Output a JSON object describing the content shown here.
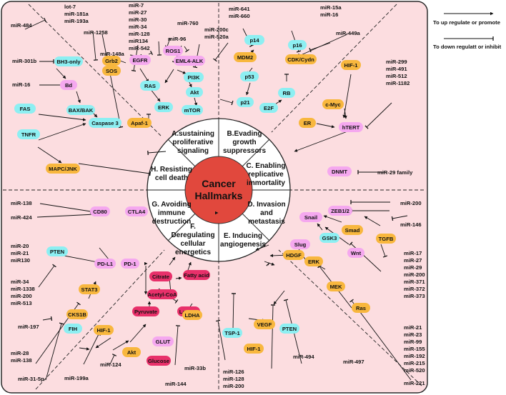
{
  "center": {
    "line1": "Cancer",
    "line2": "Hallmarks"
  },
  "hallmarks": {
    "a": [
      "A.sustaining",
      "proliferative",
      "signaling"
    ],
    "b": [
      "B.Evading",
      "growth",
      "suppressors"
    ],
    "c": [
      "C. Enabling",
      "replicative",
      "immortality"
    ],
    "d": [
      "D. Invasion",
      "and",
      "metastasis"
    ],
    "e": [
      "E. Inducing",
      "angiogenesis"
    ],
    "f": [
      "F.",
      "Deregulating",
      "cellular",
      "energetics"
    ],
    "g": [
      "G. Avoiding",
      "immune",
      "destruction"
    ],
    "h": [
      "H. Resisting",
      "cell death"
    ]
  },
  "legend": {
    "up": "To up regulate or promote",
    "down": "To down regulatt or inhibit"
  },
  "nodes": {
    "bh3": "BH3-only",
    "bd": "Bd",
    "baxbak": "BAX/BAK",
    "fas": "FAS",
    "tnfr": "TNFR",
    "caspase3": "Caspase 3",
    "mapc": "MAPC/JNK",
    "apaf": "Apaf-1",
    "egfr": "EGFR",
    "grb2": "Grb2",
    "sos": "SOS",
    "ras": "RAS",
    "erk1": "ERK",
    "ros1": "ROS1",
    "eml4": "EML4-ALK",
    "pi3k": "PI3K",
    "akt1": "Akt",
    "mtor": "mTOR",
    "mdm2": "MDM2",
    "p14": "p14",
    "p53": "p53",
    "p21": "p21",
    "p16": "p16",
    "cdk": "CDK/Cydn",
    "rb": "RB",
    "e2f": "E2F",
    "hif1a": "HIF-1",
    "cmyc": "c-Myc",
    "er": "ER",
    "htert": "hTERT",
    "dnmt": "DNMT",
    "zeb": "ZEB1/2",
    "snail": "Snail",
    "smad": "Smad",
    "tgfb": "TGFB",
    "gsk3": "GSK3",
    "wnt": "Wnt",
    "slug": "Slug",
    "erk2": "ERK",
    "mek": "MEK",
    "ras2": "Ras",
    "hdgf": "HDGF",
    "tsp1": "TSP-1",
    "vegf": "VEGF",
    "hif1c": "HIF-1",
    "pten2": "PTEN",
    "cd80": "CD80",
    "ctla4": "CTLA4",
    "pten1": "PTEN",
    "pdl1": "PD-L1",
    "pd1": "PD-1",
    "stat3": "STAT3",
    "cks1b": "CKS1B",
    "citrate": "Citrate",
    "fatty": "Fatty acid",
    "acetyl": "Acetyl-CoA",
    "pyruvate": "Pyruvate",
    "lactate": "Lactate",
    "ldha": "LDHA",
    "glut": "GLUT",
    "glucose": "Glucose",
    "fih": "FIH",
    "hif1b": "HIF-1",
    "akt2": "Akt"
  },
  "mirs": {
    "m484": "miR-484",
    "let7": [
      "lot-7",
      "miR-181a",
      "miR-193a"
    ],
    "m7": [
      "miR-7",
      "miR-27",
      "miR-30",
      "miR-34",
      "miR-128",
      "miR134",
      "miR-542"
    ],
    "m760": "miR-760",
    "m96": "miR-96",
    "m1258": "miR-1258",
    "m148a": "miR-148a",
    "m301b": "miR-301b",
    "m16a": "miR-16",
    "m200c": [
      "miR-200c",
      "miR-520a"
    ],
    "m641": [
      "miR-641",
      "miR-660"
    ],
    "m15a": [
      "miR-15a",
      "miR-16"
    ],
    "m449a": "miR-449a",
    "m299": [
      "miR-299",
      "miR-491",
      "miR-512",
      "miR-1182"
    ],
    "m29fam": "miR-29 family",
    "m200d": "miR-200",
    "m146": "miR-146",
    "m17": [
      "miR-17",
      "miR-27",
      "miR-29",
      "miR-200",
      "miR-371",
      "miR-372",
      "miR-373"
    ],
    "m21b": [
      "miR-21",
      "miR-23",
      "miR-99",
      "miR-155",
      "miR-192",
      "miR-215",
      "miR-520"
    ],
    "m221": "miR-221",
    "m497": "miR-497",
    "m494": "miR-494",
    "m126": [
      "miR-126",
      "miR-128",
      "miR-200"
    ],
    "m33b": "miR-33b",
    "m144": "miR-144",
    "m124": "miR-124",
    "m199a": "miR-199a",
    "m315p": "miR-31-5p",
    "m28": [
      "miR-28",
      "miR-138"
    ],
    "m197": "miR-197",
    "m34": [
      "miR-34",
      "miR-1338",
      "miR-200",
      "miR-513"
    ],
    "m20": [
      "miR-20",
      "miR-21",
      "miR130"
    ],
    "m424": "miR-424",
    "m138": "miR-138"
  },
  "colors": {
    "background": "#fcdde0",
    "frame": "#2b2b2b",
    "center": "#e1483d",
    "cyan": "#8deff2",
    "orange": "#f8b73e",
    "pink": "#f5a8ef",
    "magenta": "#e8306a"
  }
}
